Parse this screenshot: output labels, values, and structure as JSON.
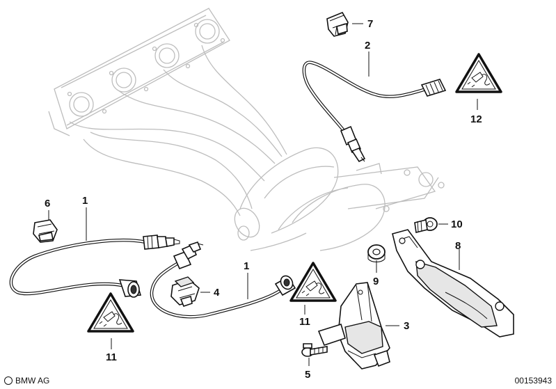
{
  "callouts": [
    {
      "id": "c1a",
      "label": "1"
    },
    {
      "id": "c1b",
      "label": "1"
    },
    {
      "id": "c2",
      "label": "2"
    },
    {
      "id": "c3",
      "label": "3"
    },
    {
      "id": "c4",
      "label": "4"
    },
    {
      "id": "c5",
      "label": "5"
    },
    {
      "id": "c6",
      "label": "6"
    },
    {
      "id": "c7",
      "label": "7"
    },
    {
      "id": "c8",
      "label": "8"
    },
    {
      "id": "c9",
      "label": "9"
    },
    {
      "id": "c10",
      "label": "10"
    },
    {
      "id": "c11a",
      "label": "11"
    },
    {
      "id": "c11b",
      "label": "11"
    },
    {
      "id": "c12",
      "label": "12"
    }
  ],
  "footer": {
    "brand": "BMW AG",
    "doc_number": "00153943"
  }
}
